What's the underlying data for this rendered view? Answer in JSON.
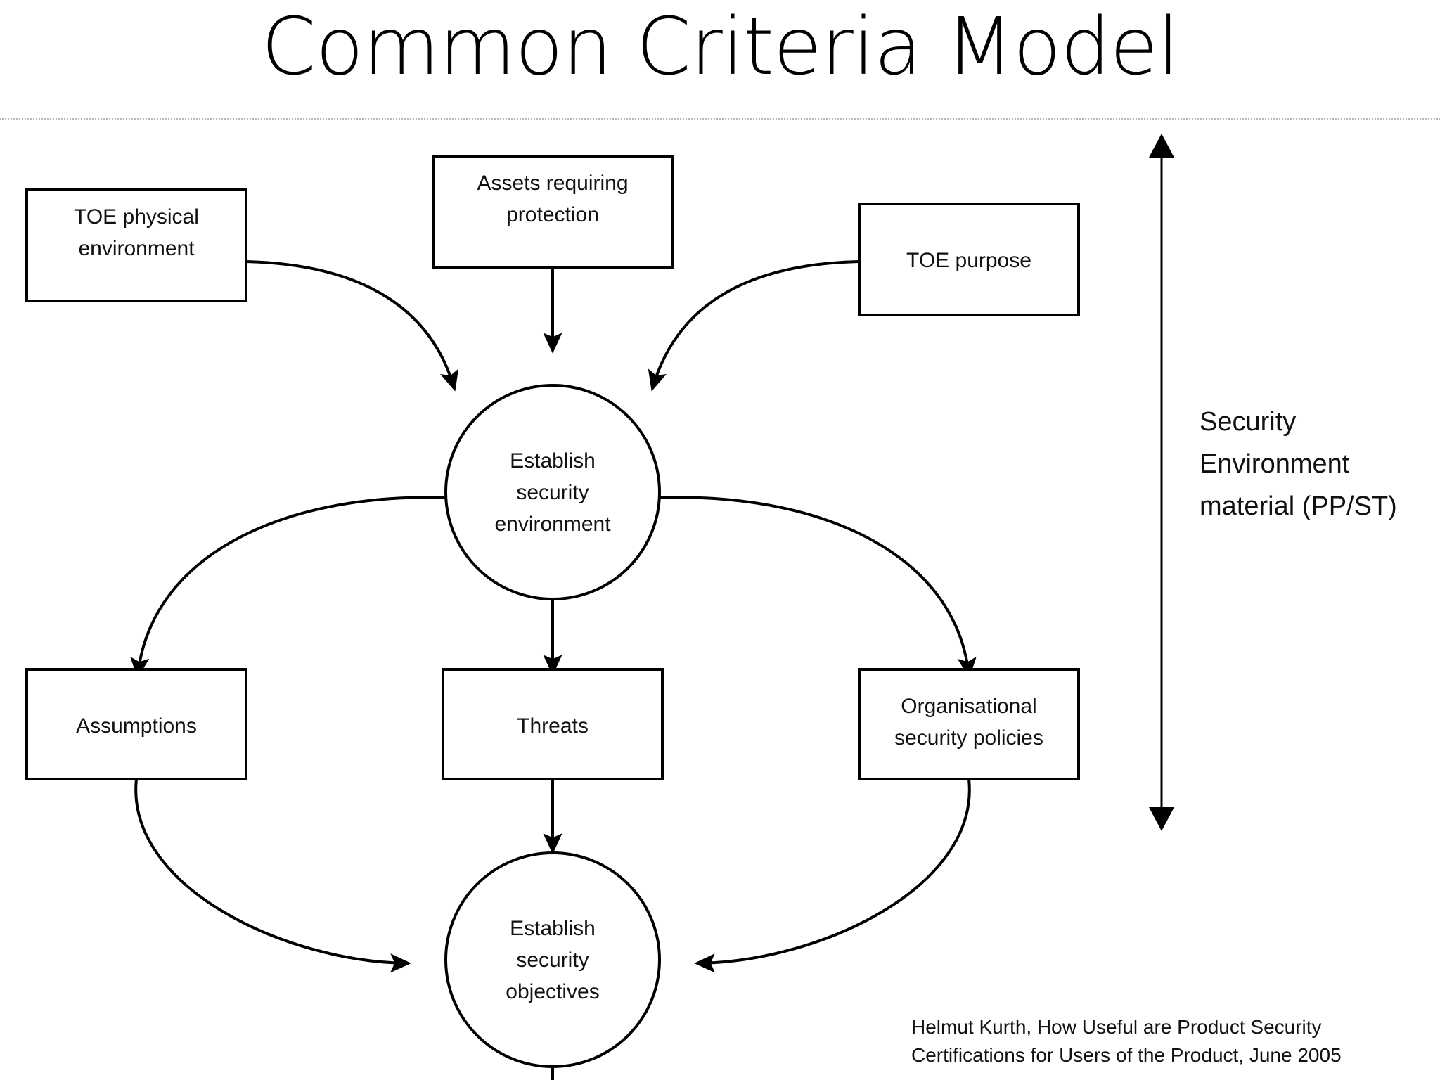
{
  "slide": {
    "title": "Common Criteria Model",
    "background_color": "#ffffff",
    "text_color": "#000000",
    "rule_color": "#b8b8b8"
  },
  "diagram": {
    "type": "flow-diagram",
    "nodes": {
      "toe_physical_environment": "TOE physical\nenvironment",
      "toe_physical_environment_line1": "TOE physical",
      "toe_physical_environment_line2": "environment",
      "assets_requiring_protection_line1": "Assets requiring",
      "assets_requiring_protection_line2": "protection",
      "toe_purpose": "TOE purpose",
      "establish_security_environment_line1": "Establish",
      "establish_security_environment_line2": "security",
      "establish_security_environment_line3": "environment",
      "assumptions": "Assumptions",
      "threats": "Threats",
      "organisational_security_policies_line1": "Organisational",
      "organisational_security_policies_line2": "security policies",
      "establish_security_objectives_line1": "Establish",
      "establish_security_objectives_line2": "security",
      "establish_security_objectives_line3": "objectives"
    },
    "bracket_label": {
      "line1": "Security",
      "line2": "Environment",
      "line3": "material (PP/ST)"
    }
  },
  "credit": {
    "line1": "Helmut Kurth, How Useful are Product Security",
    "line2": "Certifications for Users of the Product, June 2005"
  }
}
